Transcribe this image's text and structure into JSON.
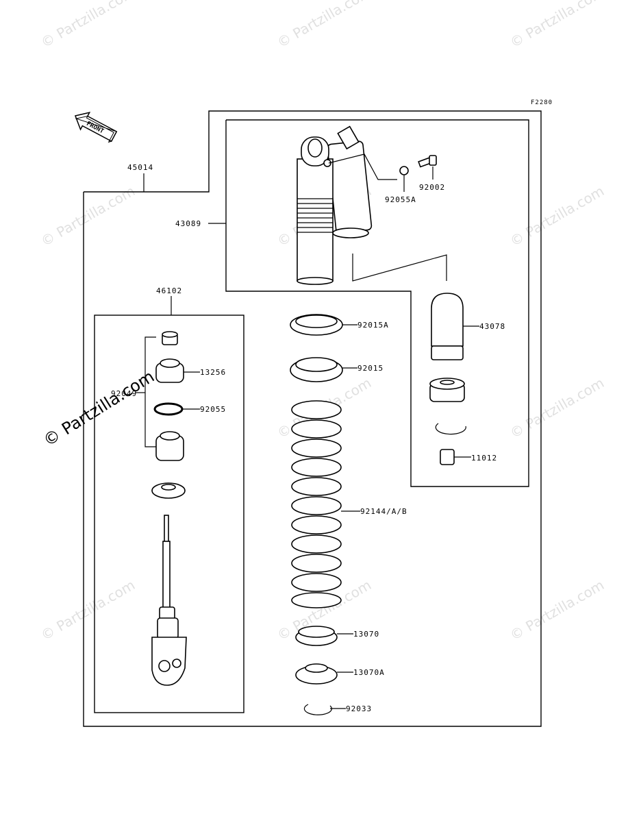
{
  "diagram": {
    "figure_code": "F2280",
    "front_label": "FRONT",
    "watermark": "© Partzilla.com",
    "accent_color": "#000000",
    "watermark_color": "#c8c8c8",
    "labels": {
      "p45014": "45014",
      "p43089": "43089",
      "p92055A": "92055A",
      "p92002": "92002",
      "p46102": "46102",
      "p43078": "43078",
      "p92015A": "92015A",
      "p92015": "92015",
      "p13256": "13256",
      "p92049": "92049",
      "p92055": "92055",
      "p11012": "11012",
      "p92144": "92144/A/B",
      "p13070": "13070",
      "p13070A": "13070A",
      "p92033": "92033"
    }
  }
}
